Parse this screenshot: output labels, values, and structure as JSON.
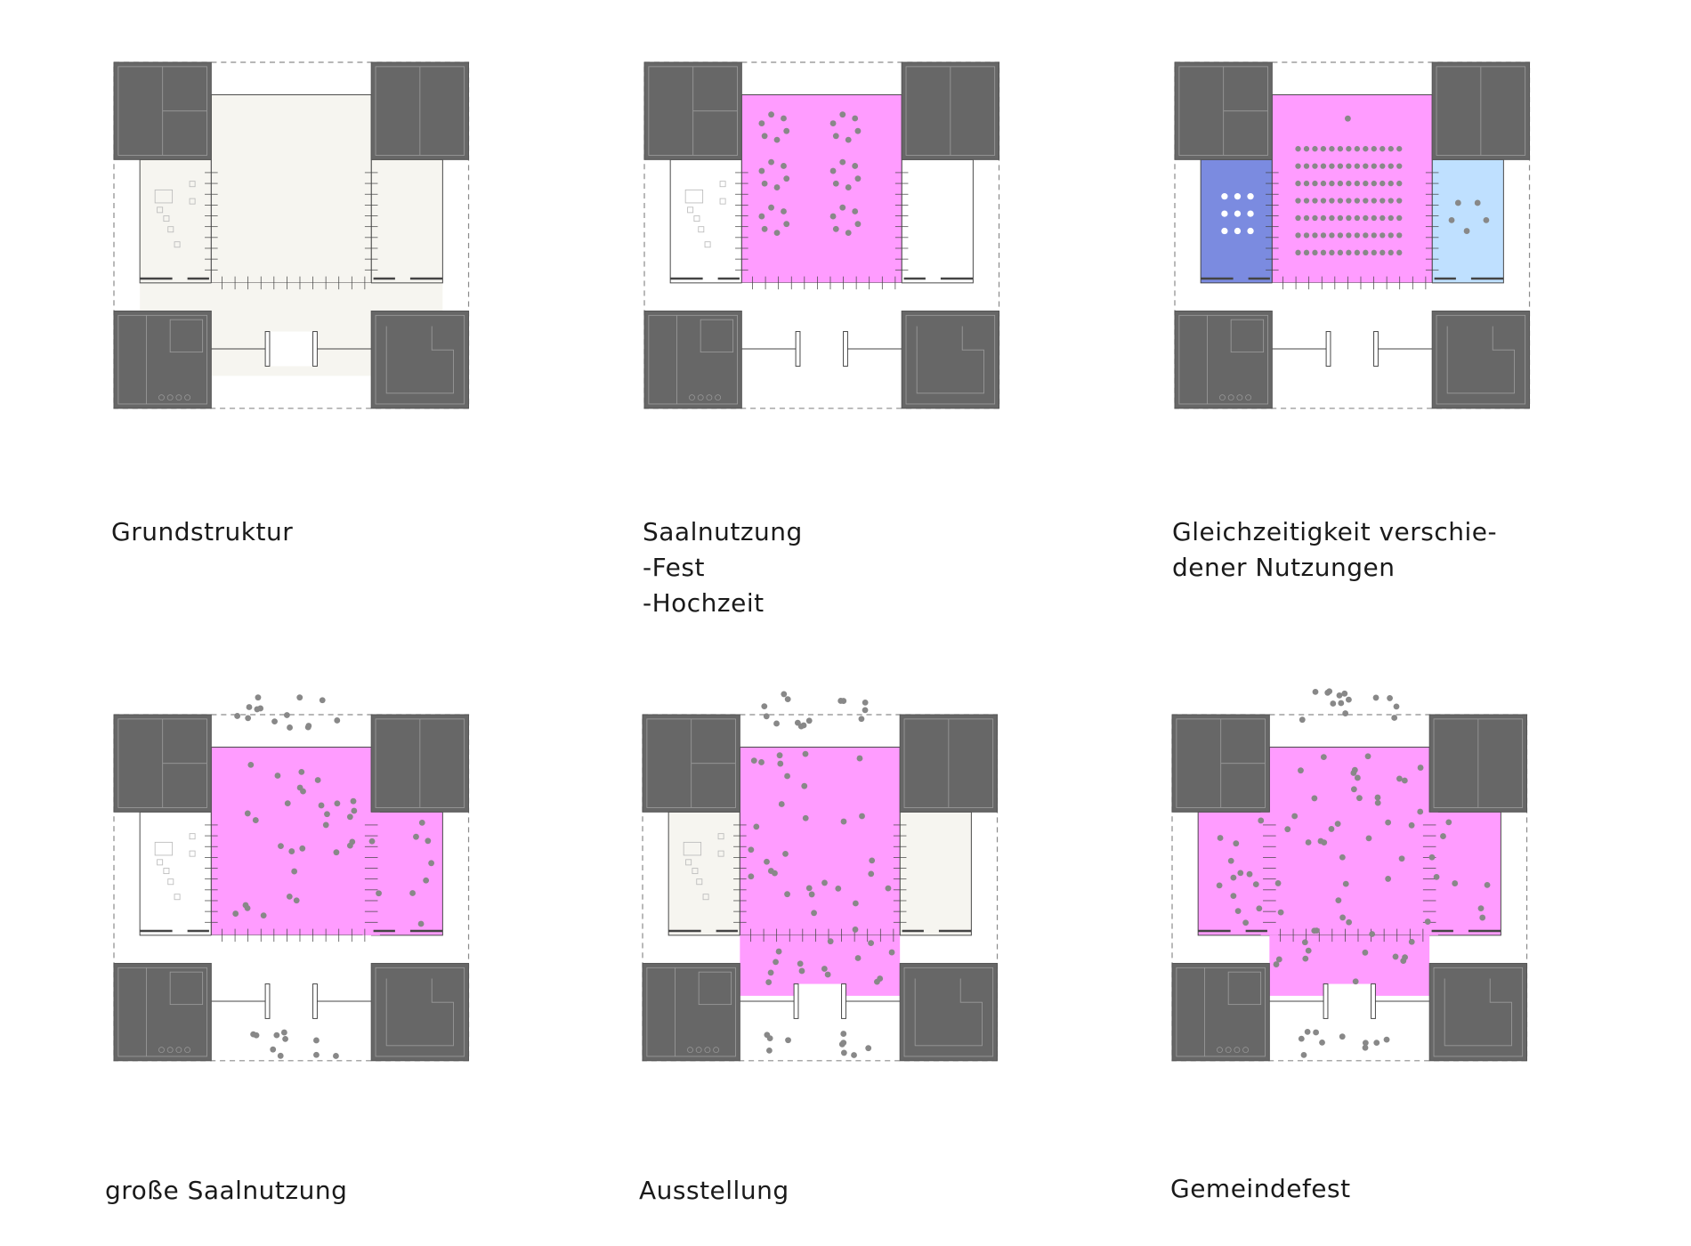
{
  "colors": {
    "core": "#676767",
    "core_line": "#9a9a9a",
    "outline": "#444444",
    "dash": "#8c8c8c",
    "neutral_fill": "#f6f5f0",
    "event_fill": "#ff9cff",
    "room_dark_blue": "#7b8be0",
    "room_light_blue": "#bfe0ff",
    "person_dot": "#888888",
    "chair_white": "#ffffff"
  },
  "panels": [
    {
      "id": "grundstruktur",
      "caption": [
        "Grundstruktur"
      ],
      "zones": {
        "hall": "neutral",
        "cross": "neutral",
        "left_wing": "neutral",
        "right_wing": "neutral"
      },
      "furniture": {
        "round_tables": 0,
        "chair_rows": 0,
        "crowd": false,
        "outside_crowd": false
      }
    },
    {
      "id": "saalnutzung",
      "caption": [
        "Saalnutzung",
        "-Fest",
        "-Hochzeit"
      ],
      "zones": {
        "hall": "event",
        "left_wing": "white",
        "right_wing": "white"
      },
      "furniture": {
        "round_tables": 6,
        "chair_rows": 0,
        "crowd": false,
        "outside_crowd": false
      }
    },
    {
      "id": "gleichzeitigkeit",
      "caption": [
        "Gleichzeitigkeit verschie-",
        "dener Nutzungen"
      ],
      "zones": {
        "hall": "event",
        "left_wing": "dark_blue",
        "right_wing": "light_blue"
      },
      "furniture": {
        "round_tables": 1,
        "chair_rows": 7,
        "chairs_per_row": 13,
        "crowd": false,
        "outside_crowd": false
      }
    },
    {
      "id": "grosse-saalnutzung",
      "caption": [
        "große Saalnutzung"
      ],
      "zones": {
        "hall": "event",
        "right_wing": "event",
        "left_wing": "white"
      },
      "furniture": {
        "round_tables": 0,
        "chair_rows": 0,
        "crowd": true,
        "crowd_count": 38,
        "outside_crowd": true
      }
    },
    {
      "id": "ausstellung",
      "caption": [
        "Ausstellung"
      ],
      "zones": {
        "hall": "event",
        "south": "event",
        "left_wing": "neutral",
        "right_wing": "neutral"
      },
      "furniture": {
        "round_tables": 0,
        "chair_rows": 0,
        "crowd": true,
        "crowd_count": 44,
        "outside_crowd": true
      }
    },
    {
      "id": "gemeindefest",
      "caption": [
        "Gemeindefest"
      ],
      "zones": {
        "hall": "event",
        "left_wing": "event",
        "right_wing": "event",
        "south": "event"
      },
      "furniture": {
        "round_tables": 0,
        "chair_rows": 0,
        "crowd": true,
        "crowd_count": 70,
        "outside_crowd": true
      }
    }
  ]
}
